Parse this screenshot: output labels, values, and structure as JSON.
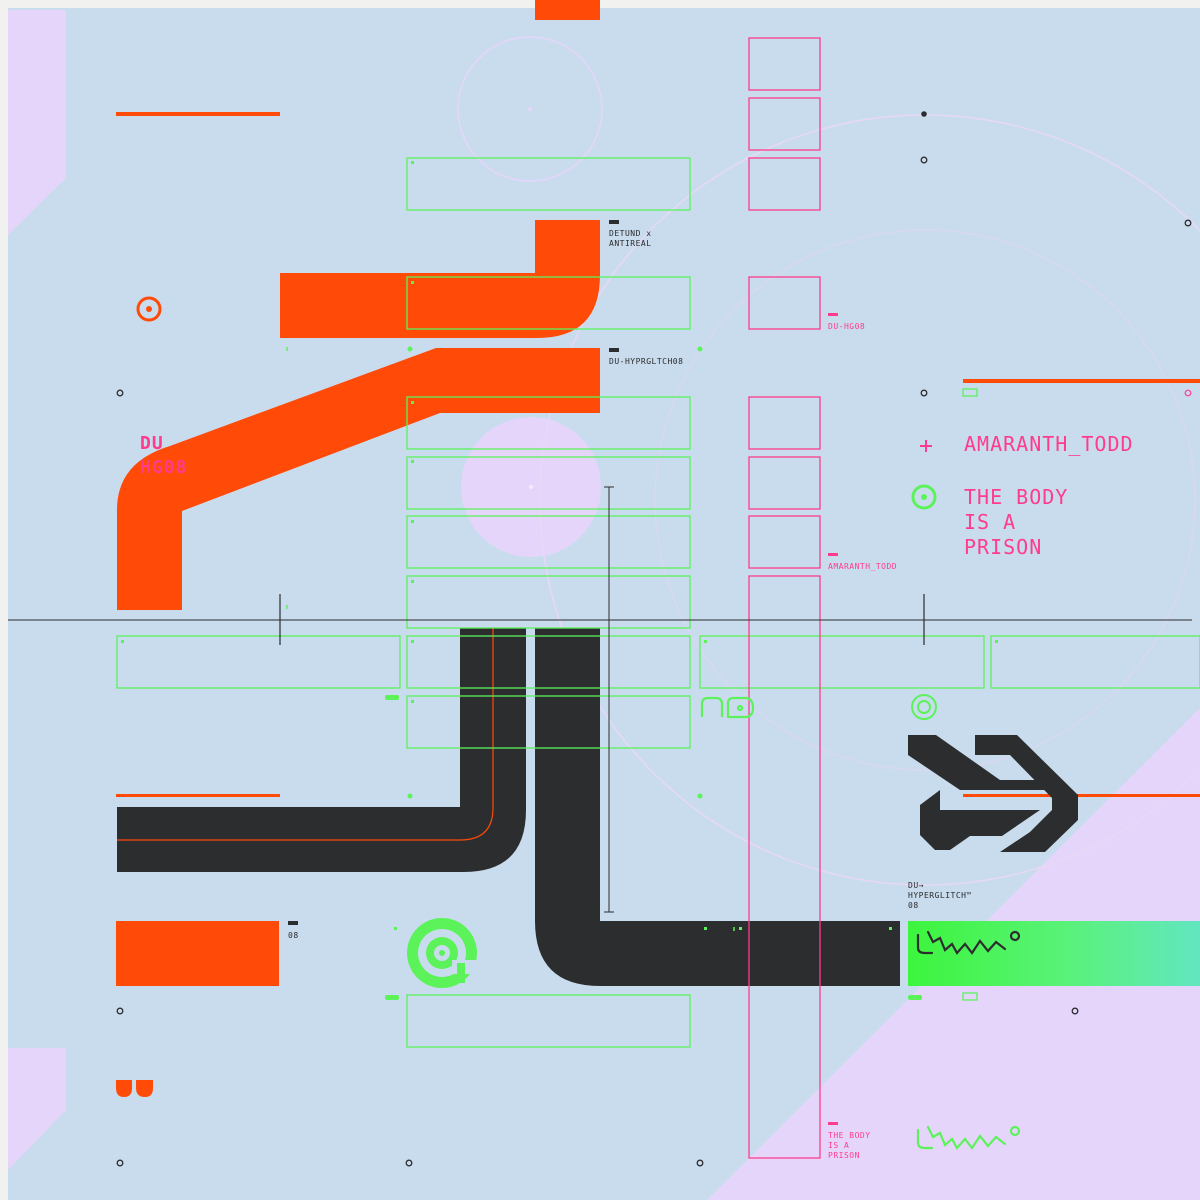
{
  "credits": {
    "collab_line1": "DETUND x",
    "collab_line2": "ANTIREAL",
    "catalog_code": "DU-HYPRGLTCH08",
    "pink_code": "DU-HG08",
    "big_code_line1": "DU",
    "big_code_line2": "HG08",
    "artist_small": "AMARANTH_TODD"
  },
  "release": {
    "artist": "AMARANTH_TODD",
    "title_line1": "THE BODY",
    "title_line2": "IS A",
    "title_line3": "PRISON",
    "plus_mark": "+"
  },
  "label_block": {
    "line1": "DU→",
    "line2": "HYPERGLITCH™",
    "line3": "08"
  },
  "number_tag": "08",
  "footer_title": {
    "line1": "THE BODY",
    "line2": "IS A",
    "line3": "PRISON"
  },
  "colors": {
    "background": "#c9dcee",
    "orange": "#ff4a08",
    "charcoal": "#2c2d2f",
    "green": "#5cf25a",
    "pink": "#ff3c8c",
    "lavender": "#e6d5fb"
  },
  "icons": [
    "logo-squiggle-icon",
    "target-icon",
    "arrow-glyph-icon",
    "du-logo-icon",
    "spiral-icon"
  ]
}
